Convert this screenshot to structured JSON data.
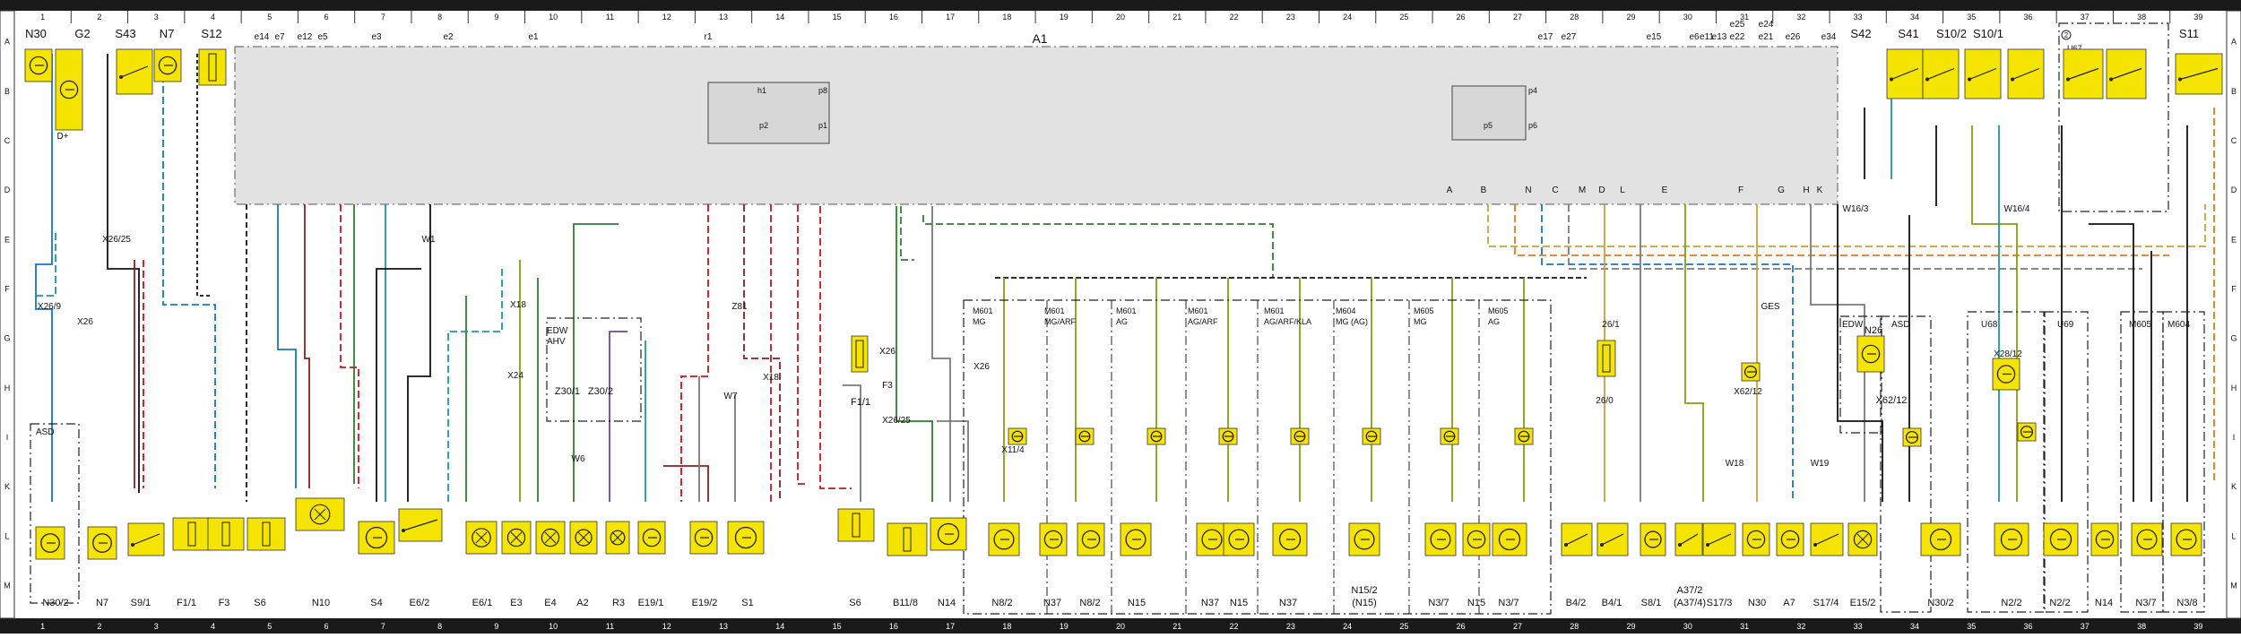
{
  "grid": {
    "cols": [
      "1",
      "2",
      "3",
      "4",
      "5",
      "6",
      "7",
      "8",
      "9",
      "10",
      "11",
      "12",
      "13",
      "14",
      "15",
      "16",
      "17",
      "18",
      "19",
      "20",
      "21",
      "22",
      "23",
      "24",
      "25",
      "26",
      "27",
      "28",
      "29",
      "30",
      "31",
      "32",
      "33",
      "34",
      "35",
      "36",
      "37",
      "38",
      "39"
    ],
    "rows": [
      "A",
      "B",
      "C",
      "D",
      "E",
      "F",
      "G",
      "H",
      "I",
      "K",
      "L",
      "M"
    ]
  },
  "module": {
    "title": "A1"
  },
  "top_components": [
    "N30",
    "G2",
    "S43",
    "N7",
    "S12",
    "S42",
    "S41",
    "S10/2",
    "S10/1",
    "S11"
  ],
  "s10_box": {
    "variant": "U67",
    "note": "2"
  },
  "mod_labels_top": [
    "e14",
    "e7",
    "e12",
    "e5",
    "e3",
    "e2",
    "e1",
    "r1",
    "e17",
    "e27",
    "e15",
    "e6",
    "e11",
    "e13",
    "e25",
    "e22",
    "e24",
    "e21",
    "e26",
    "e34"
  ],
  "inner_labels": [
    "h1",
    "p8",
    "p2",
    "p1",
    "p4",
    "p5",
    "p6"
  ],
  "edw_boxes": [
    "EDW",
    "AHV",
    "ASD",
    "EDW",
    "ASD",
    "U68",
    "U69",
    "M605",
    "M604"
  ],
  "variant_labels": [
    "M601 MG",
    "M601 MG/ARF",
    "M601 AG",
    "M601 AG/ARF",
    "M601 AG/ARF/KLA",
    "M604 MG (AG)",
    "M605 MG",
    "M605 AG"
  ],
  "connectors": [
    "X26/25",
    "X26/9",
    "X26",
    "X18",
    "X24",
    "X26",
    "X26/25",
    "X18",
    "X26",
    "X11/4",
    "X62/12",
    "X28/12",
    "W16/3",
    "W16/4",
    "W1",
    "Z81",
    "W18",
    "W19",
    "W7",
    "W6",
    "F3",
    "26/1",
    "26/0",
    "GES",
    "D+",
    "A",
    "B",
    "C",
    "D",
    "E",
    "F",
    "G",
    "H",
    "K",
    "L",
    "M",
    "N"
  ],
  "bottom_components": [
    "N30/2",
    "N7",
    "S9/1",
    "F1/1",
    "F3",
    "S6",
    "N10",
    "S4",
    "E6/2",
    "E6/1",
    "E3",
    "E4",
    "A2",
    "R3",
    "E19/1",
    "E19/2",
    "S1",
    "S6",
    "B11/8",
    "N14",
    "N8/2",
    "N37",
    "N8/2",
    "N15",
    "N37",
    "N15",
    "N37",
    "N15/2",
    "(N15)",
    "N3/7",
    "N15",
    "N3/7",
    "B4/2",
    "B4/1",
    "S8/1",
    "A37/2",
    "(A37/4)",
    "S17/3",
    "N30",
    "A7",
    "S17/4",
    "E15/2",
    "N30/2",
    "N2/2",
    "N2/2",
    "N14",
    "N3/7",
    "N3/8"
  ],
  "side_components": [
    "N26",
    "F1/1",
    "Z30/1",
    "Z30/2",
    "X62/12"
  ],
  "wire_colors": {
    "brown": "#8b1f22",
    "red": "#c8141e",
    "blue": "#1577c9",
    "teal": "#1b9a9a",
    "green": "#2e7d32",
    "olive": "#8c9a14",
    "gray": "#7a7a7a",
    "black": "#111111",
    "yellow": "#f5e400",
    "orange": "#e07b1a",
    "tan": "#c8a040",
    "violet": "#7a3fa0"
  }
}
